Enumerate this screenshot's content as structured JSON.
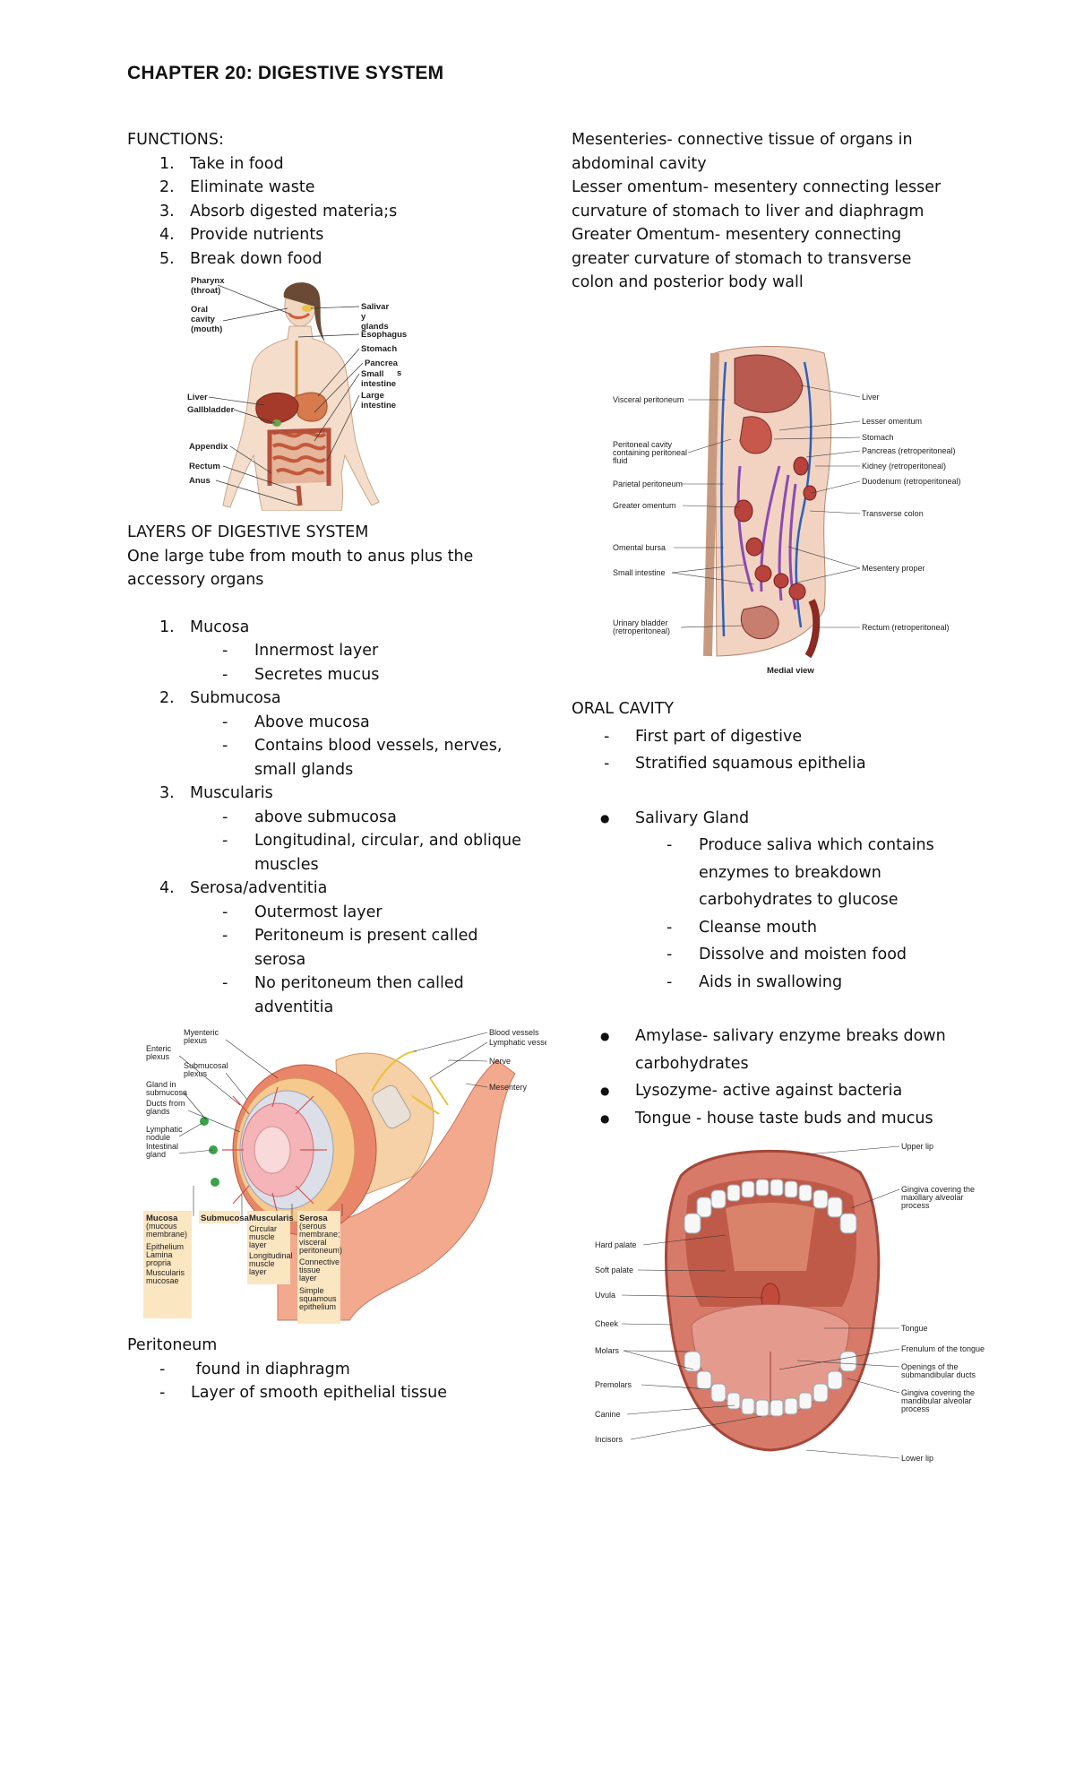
{
  "title": "CHAPTER 20: DIGESTIVE SYSTEM",
  "functions": {
    "heading": "FUNCTIONS:",
    "items": [
      {
        "num": "1.",
        "text": "Take in food"
      },
      {
        "num": "2.",
        "text": "Eliminate waste"
      },
      {
        "num": "3.",
        "text": "Absorb digested materia;s"
      },
      {
        "num": "4.",
        "text": "Provide nutrients"
      },
      {
        "num": "5.",
        "text": "Break down food"
      }
    ]
  },
  "fig_body": {
    "labels": [
      "Pharynx",
      "(throat)",
      "Oral",
      "cavity",
      "(mouth)",
      "Salivar",
      "y",
      "glands",
      "Esophagus",
      "Stomach",
      "Pancrea",
      "s",
      "Small",
      "intestine",
      "Large",
      "intestine",
      "Liver",
      "Gallbladder",
      "Appendix",
      "Rectum",
      "Anus"
    ]
  },
  "layers": {
    "heading": "LAYERS OF DIGESTIVE SYSTEM",
    "intro": "One large tube from mouth to anus plus the accessory organs",
    "items": [
      {
        "num": "1.",
        "name": "Mucosa",
        "subs": [
          "Innermost layer",
          "Secretes mucus"
        ]
      },
      {
        "num": "2.",
        "name": "Submucosa",
        "subs": [
          "Above mucosa",
          "Contains blood vessels, nerves, small glands"
        ]
      },
      {
        "num": "3.",
        "name": "Muscularis",
        "subs": [
          "above submucosa",
          "Longitudinal, circular, and oblique muscles"
        ]
      },
      {
        "num": "4.",
        "name": "Serosa/adventitia",
        "subs": [
          "Outermost layer",
          "Peritoneum is present called serosa",
          "No peritoneum then called adventitia"
        ]
      }
    ]
  },
  "fig_layers": {
    "labels": [
      "Myenteric",
      "plexus",
      "Enteric",
      "plexus",
      "Submucosal",
      "plexus",
      "Gland in",
      "submucosa",
      "Ducts from",
      "glands",
      "Lymphatic",
      "nodule",
      "Intestinal",
      "gland",
      "Mucosa",
      "(mucous",
      "membrane)",
      "Epithelium",
      "Lamina",
      "propria",
      "Muscularis",
      "mucosae",
      "Submucosa",
      "Muscularis",
      "Circular",
      "muscle",
      "layer",
      "Longitudinal",
      "muscle",
      "layer",
      "Serosa",
      "(serous",
      "membrane;",
      "visceral",
      "peritoneum)",
      "Connective",
      "tissue",
      "layer",
      "Simple",
      "squamous",
      "epithelium",
      "Blood vessels",
      "Lymphatic vessel",
      "Nerve",
      "Mesentery"
    ]
  },
  "peritoneum": {
    "heading": "Peritoneum",
    "items": [
      "found in diaphragm",
      "Layer of smooth epithelial tissue"
    ]
  },
  "mesenteries": {
    "lines": [
      "Mesenteries- connective tissue of organs in abdominal cavity",
      "Lesser omentum- mesentery connecting lesser curvature of stomach to liver and diaphragm",
      "Greater Omentum- mesentery connecting greater curvature of stomach to transverse colon and posterior body wall"
    ]
  },
  "fig_medial": {
    "left": [
      "Visceral peritoneum",
      "Peritoneal cavity",
      "containing peritoneal",
      "fluid",
      "Parietal peritoneum",
      "Greater omentum",
      "Omental bursa",
      "Small intestine",
      "Urinary bladder",
      "(retroperitoneal)"
    ],
    "right": [
      "Liver",
      "Lesser omentum",
      "Stomach",
      "Pancreas (retroperitoneal)",
      "Kidney (retroperitoneal)",
      "Duodenum (retroperitoneal)",
      "Transverse colon",
      "Mesentery proper",
      "Rectum (retroperitoneal)"
    ],
    "caption": "Medial view"
  },
  "oral": {
    "heading": "ORAL CAVITY",
    "dash": [
      "First part of digestive",
      "Stratified squamous epithelia"
    ],
    "salivary": {
      "name": "Salivary Gland",
      "subs": [
        "Produce saliva which contains enzymes to breakdown carbohydrates to glucose",
        "Cleanse mouth",
        "Dissolve and moisten food",
        "Aids in swallowing"
      ]
    },
    "bullets": [
      "Amylase- salivary enzyme breaks down carbohydrates",
      "Lysozyme- active against bacteria",
      "Tongue - house taste buds and mucus"
    ]
  },
  "fig_mouth": {
    "left": [
      "Hard palate",
      "Soft palate",
      "Uvula",
      "Cheek",
      "Molars",
      "Premolars",
      "Canine",
      "Incisors"
    ],
    "right": [
      "Upper lip",
      "Gingiva covering the",
      "maxillary alveolar",
      "process",
      "Tongue",
      "Frenulum of the tongue",
      "Openings of the",
      "submandibular ducts",
      "Gingiva covering the",
      "mandibular alveolar",
      "process",
      "Lower lip"
    ]
  }
}
